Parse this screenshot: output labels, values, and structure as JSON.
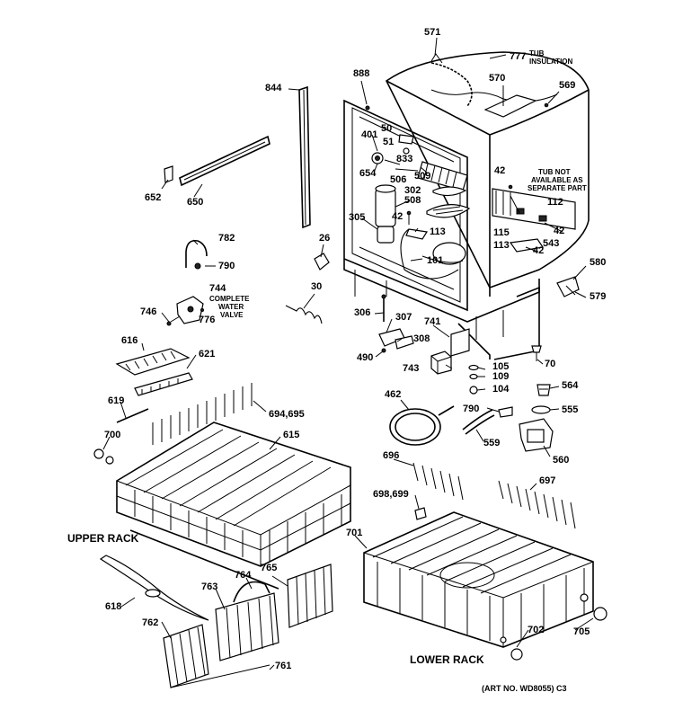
{
  "diagram": {
    "parts": [
      {
        "key": "571",
        "text": "571"
      },
      {
        "key": "777",
        "text": "777"
      },
      {
        "key": "888",
        "text": "888"
      },
      {
        "key": "570",
        "text": "570"
      },
      {
        "key": "569",
        "text": "569"
      },
      {
        "key": "844",
        "text": "844"
      },
      {
        "key": "50",
        "text": "50"
      },
      {
        "key": "51",
        "text": "51"
      },
      {
        "key": "401",
        "text": "401"
      },
      {
        "key": "833",
        "text": "833"
      },
      {
        "key": "654",
        "text": "654"
      },
      {
        "key": "506",
        "text": "506"
      },
      {
        "key": "509",
        "text": "509"
      },
      {
        "key": "652",
        "text": "652"
      },
      {
        "key": "650",
        "text": "650"
      },
      {
        "key": "302",
        "text": "302"
      },
      {
        "key": "508",
        "text": "508"
      },
      {
        "key": "305",
        "text": "305"
      },
      {
        "key": "42a",
        "text": "42"
      },
      {
        "key": "42b",
        "text": "42"
      },
      {
        "key": "42c",
        "text": "42"
      },
      {
        "key": "42d",
        "text": "42"
      },
      {
        "key": "112",
        "text": "112"
      },
      {
        "key": "115",
        "text": "115"
      },
      {
        "key": "113a",
        "text": "113"
      },
      {
        "key": "113b",
        "text": "113"
      },
      {
        "key": "543",
        "text": "543"
      },
      {
        "key": "782",
        "text": "782"
      },
      {
        "key": "26",
        "text": "26"
      },
      {
        "key": "101",
        "text": "101"
      },
      {
        "key": "790a",
        "text": "790"
      },
      {
        "key": "580",
        "text": "580"
      },
      {
        "key": "579",
        "text": "579"
      },
      {
        "key": "744",
        "text": "744"
      },
      {
        "key": "30",
        "text": "30"
      },
      {
        "key": "746",
        "text": "746"
      },
      {
        "key": "776",
        "text": "776"
      },
      {
        "key": "306",
        "text": "306"
      },
      {
        "key": "307",
        "text": "307"
      },
      {
        "key": "741",
        "text": "741"
      },
      {
        "key": "308",
        "text": "308"
      },
      {
        "key": "616",
        "text": "616"
      },
      {
        "key": "621",
        "text": "621"
      },
      {
        "key": "490",
        "text": "490"
      },
      {
        "key": "70",
        "text": "70"
      },
      {
        "key": "743",
        "text": "743"
      },
      {
        "key": "105",
        "text": "105"
      },
      {
        "key": "109",
        "text": "109"
      },
      {
        "key": "104",
        "text": "104"
      },
      {
        "key": "564",
        "text": "564"
      },
      {
        "key": "462",
        "text": "462"
      },
      {
        "key": "619",
        "text": "619"
      },
      {
        "key": "694",
        "text": "694,695"
      },
      {
        "key": "790b",
        "text": "790"
      },
      {
        "key": "555",
        "text": "555"
      },
      {
        "key": "700",
        "text": "700"
      },
      {
        "key": "615",
        "text": "615"
      },
      {
        "key": "559",
        "text": "559"
      },
      {
        "key": "560",
        "text": "560"
      },
      {
        "key": "696",
        "text": "696"
      },
      {
        "key": "697",
        "text": "697"
      },
      {
        "key": "698",
        "text": "698,699"
      },
      {
        "key": "701",
        "text": "701"
      },
      {
        "key": "765",
        "text": "765"
      },
      {
        "key": "764",
        "text": "764"
      },
      {
        "key": "763",
        "text": "763"
      },
      {
        "key": "618",
        "text": "618"
      },
      {
        "key": "762",
        "text": "762"
      },
      {
        "key": "702",
        "text": "702"
      },
      {
        "key": "705",
        "text": "705"
      },
      {
        "key": "761",
        "text": "761"
      }
    ],
    "notes": {
      "tub_insulation": [
        "TUB",
        "INSULATION"
      ],
      "tub_not_available": [
        "TUB NOT",
        "AVAILABLE AS",
        "SEPARATE PART"
      ],
      "complete_water_valve": [
        "COMPLETE",
        "WATER",
        "VALVE"
      ]
    },
    "captions": {
      "upper_rack": "UPPER RACK",
      "lower_rack": "LOWER RACK",
      "art_no": "(ART NO. WD8055) C3"
    }
  }
}
